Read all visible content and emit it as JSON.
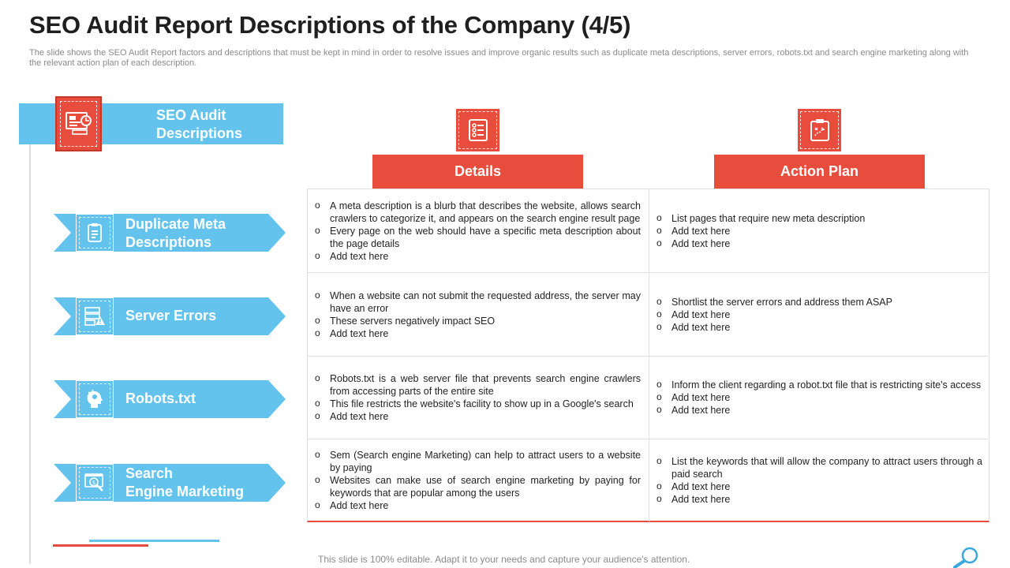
{
  "slide": {
    "title": "SEO Audit Report Descriptions of the Company (4/5)",
    "subtitle": "The slide shows the SEO Audit Report factors and descriptions that must be kept in mind in order to resolve issues and improve organic results such as duplicate meta descriptions, server errors, robots.txt and search engine marketing along with the relevant action plan of each description.",
    "footer": "This slide is 100% editable. Adapt it to your needs and capture your audience's attention."
  },
  "header": {
    "line1": "SEO Audit",
    "line2": "Descriptions",
    "icon": "report-dashboard-icon"
  },
  "columns": {
    "details": {
      "label": "Details",
      "icon": "checklist-icon"
    },
    "action_plan": {
      "label": "Action Plan",
      "icon": "clipboard-strategy-icon"
    }
  },
  "colors": {
    "accent_red": "#e84c3d",
    "accent_blue": "#63c3ec"
  },
  "rows": [
    {
      "label_line1": "Duplicate Meta",
      "label_line2": "Descriptions",
      "icon": "document-copy-icon",
      "details": [
        "A meta description is a blurb that describes the website, allows search crawlers to categorize it, and appears on the search engine result page",
        "Every page on the web should have a specific meta description about the page details",
        "Add text here"
      ],
      "actions": [
        "List pages that require new meta description",
        "Add text here",
        "Add text here"
      ]
    },
    {
      "label_line1": "Server Errors",
      "label_line2": "",
      "icon": "server-warning-icon",
      "details": [
        "When a website can not submit the requested address, the server may have an error",
        "These servers negatively impact SEO",
        "Add text here"
      ],
      "actions": [
        "Shortlist the server errors and address them ASAP",
        "Add text here",
        "Add text here"
      ]
    },
    {
      "label_line1": "Robots.txt",
      "label_line2": "",
      "icon": "robot-head-icon",
      "details": [
        "Robots.txt is a web server file that prevents search engine crawlers from accessing parts of the entire site",
        "This file restricts the website's facility to show up in a Google's search",
        "Add text here"
      ],
      "actions": [
        "Inform the client regarding a robot.txt file that is restricting site's access",
        "Add text here",
        "Add text here"
      ]
    },
    {
      "label_line1": "Search",
      "label_line2": "Engine Marketing",
      "icon": "search-money-icon",
      "details": [
        "Sem (Search engine Marketing) can help to attract users to a website by paying",
        "Websites can make use of search engine marketing by paying for keywords that are popular among the users",
        "Add text here"
      ],
      "actions": [
        "List the keywords that will allow the company to attract users through a paid search",
        "Add text here",
        "Add text here"
      ]
    }
  ]
}
